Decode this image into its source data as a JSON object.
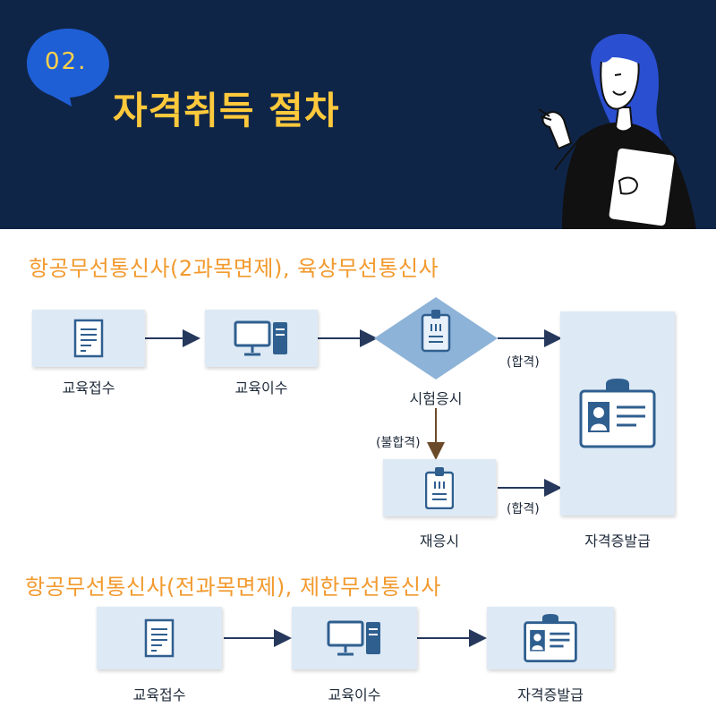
{
  "header": {
    "step_number": "02.",
    "title": "자격취득 절차"
  },
  "section1": {
    "title": "항공무선통신사(2과목면제), 육상무선통신사",
    "nodes": {
      "education_apply": "교육접수",
      "education_complete": "교육이수",
      "exam": "시험응시",
      "reexam": "재응시",
      "certificate": "자격증발급"
    },
    "edges": {
      "pass_1": "(합격)",
      "fail": "(불합격)",
      "pass_2": "(합격)"
    }
  },
  "section2": {
    "title": "항공무선통신사(전과목면제), 제한무선통신사",
    "nodes": {
      "education_apply": "교육접수",
      "education_complete": "교육이수",
      "certificate": "자격증발급"
    }
  },
  "colors": {
    "header_bg": "#0f2548",
    "title_yellow": "#ffc93c",
    "section_orange": "#f29a2e",
    "node_bg": "#dde9f5",
    "icon_blue": "#2f5f8f",
    "arrow": "#26385c",
    "fail_arrow": "#6b4a2a",
    "bubble_blue": "#1f5fd6"
  }
}
